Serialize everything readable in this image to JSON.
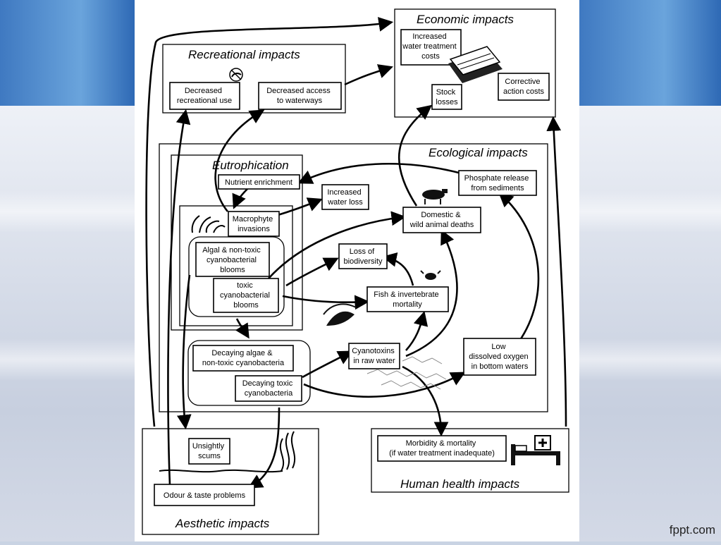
{
  "diagram": {
    "sections": {
      "economic": "Economic impacts",
      "recreational": "Recreational impacts",
      "ecological": "Ecological impacts",
      "eutrophication": "Eutrophication",
      "aesthetic": "Aesthetic impacts",
      "human_health": "Human health impacts"
    },
    "nodes": {
      "water_treatment_costs": [
        "Increased",
        "water treatment",
        "costs"
      ],
      "corrective_action_costs": [
        "Corrective",
        "action costs"
      ],
      "stock_losses": [
        "Stock",
        "losses"
      ],
      "decreased_recreational_use": [
        "Decreased",
        "recreational use"
      ],
      "decreased_access": [
        "Decreased access",
        "to waterways"
      ],
      "nutrient_enrichment": [
        "Nutrient enrichment"
      ],
      "increased_water_loss": [
        "Increased",
        "water loss"
      ],
      "phosphate_release": [
        "Phosphate release",
        "from sediments"
      ],
      "macrophyte_invasions": [
        "Macrophyte",
        "invasions"
      ],
      "animal_deaths": [
        "Domestic &",
        "wild animal deaths"
      ],
      "algal_blooms": [
        "Algal & non-toxic",
        "cyanobacterial",
        "blooms"
      ],
      "loss_biodiversity": [
        "Loss of",
        "biodiversity"
      ],
      "toxic_blooms": [
        "toxic",
        "cyanobacterial",
        "blooms"
      ],
      "fish_mortality": [
        "Fish & invertebrate",
        "mortality"
      ],
      "decaying_algae": [
        "Decaying algae &",
        "non-toxic cyanobacteria"
      ],
      "cyanotoxins": [
        "Cyanotoxins",
        "in raw water"
      ],
      "low_oxygen": [
        "Low",
        "dissolved oxygen",
        "in bottom waters"
      ],
      "decaying_toxic": [
        "Decaying toxic",
        "cyanobacteria"
      ],
      "unsightly_scums": [
        "Unsightly",
        "scums"
      ],
      "morbidity": [
        "Morbidity & mortality",
        "(if water treatment inadequate)"
      ],
      "odour_taste": [
        "Odour & taste problems"
      ]
    }
  },
  "footer": "fppt.com"
}
